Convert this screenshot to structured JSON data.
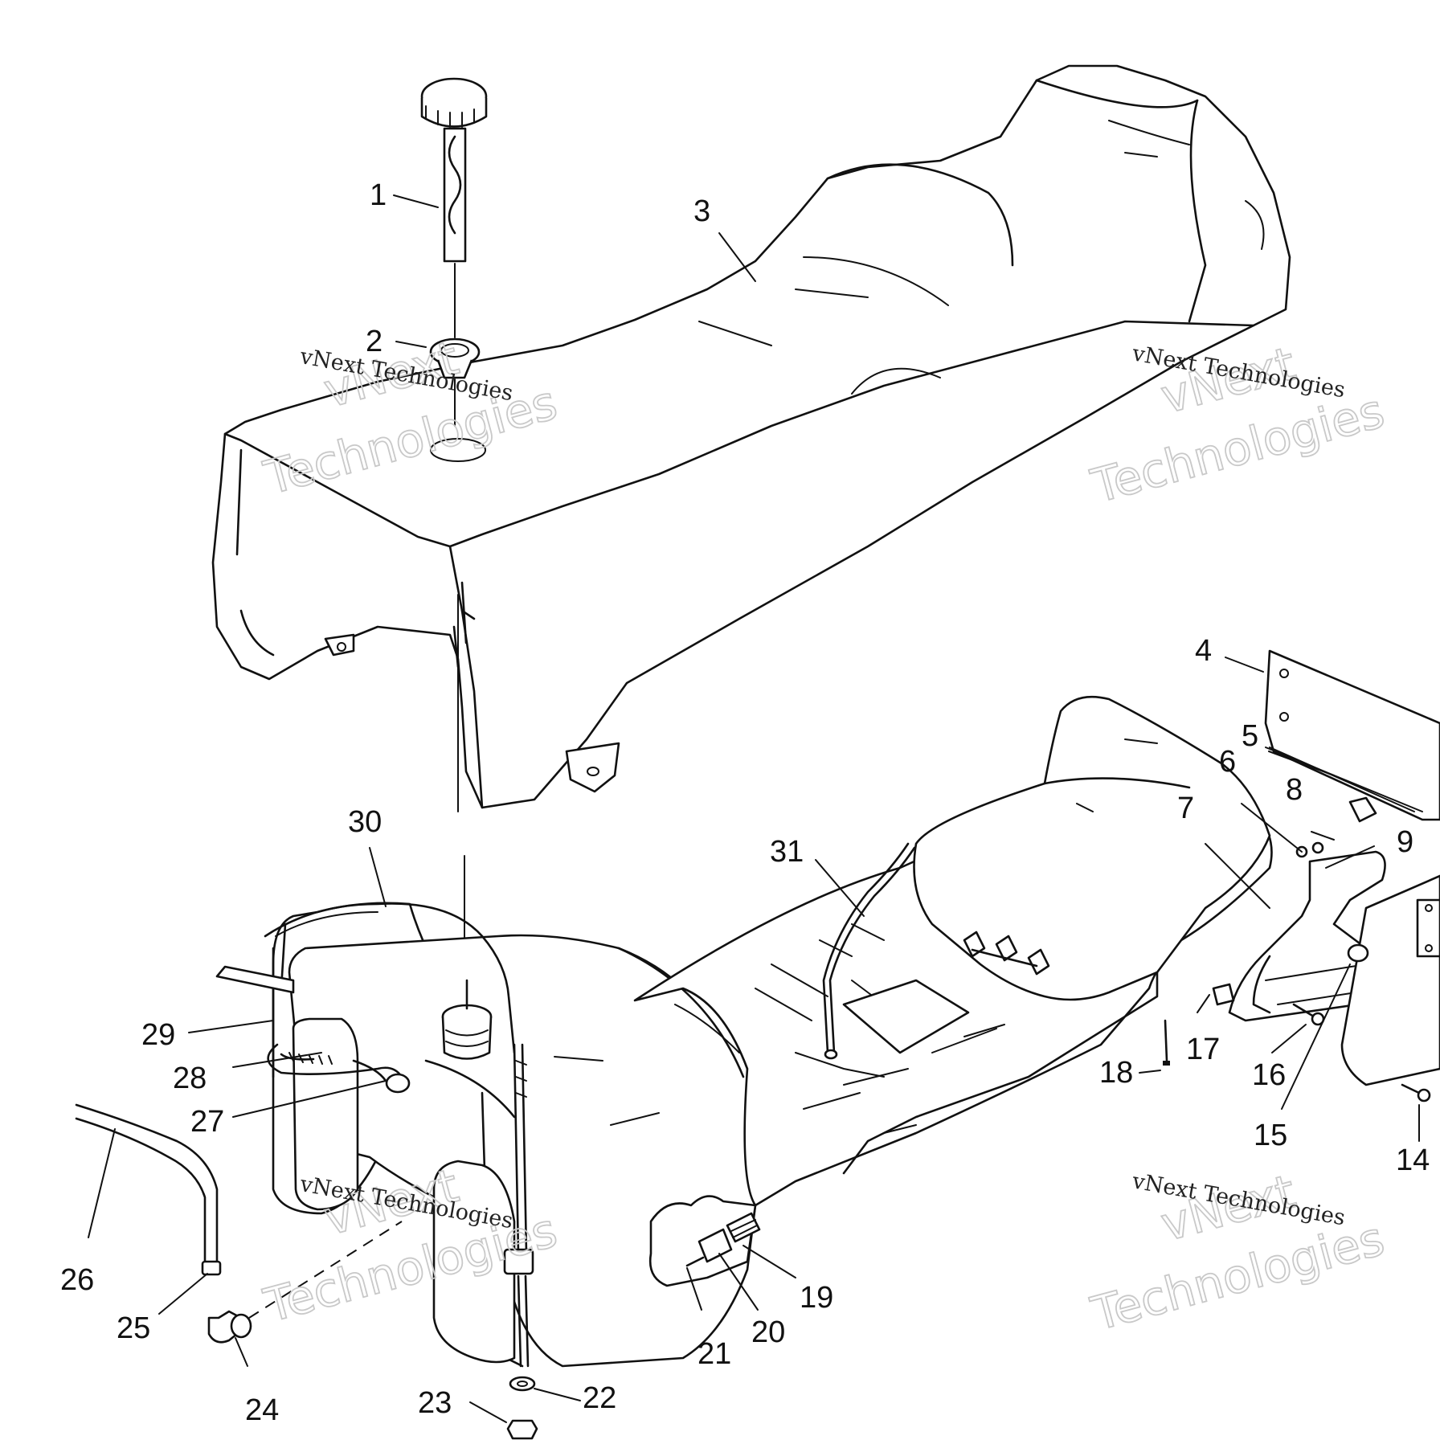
{
  "diagram": {
    "callouts": [
      "1",
      "2",
      "3",
      "4",
      "5",
      "6",
      "7",
      "8",
      "9",
      "14",
      "15",
      "16",
      "17",
      "18",
      "19",
      "20",
      "21",
      "22",
      "23",
      "24",
      "25",
      "26",
      "27",
      "28",
      "29",
      "30",
      "31"
    ]
  },
  "watermark": {
    "line_small": "vNext Technologies",
    "line_big_1": "vNext",
    "line_big_2": "Technologies"
  }
}
